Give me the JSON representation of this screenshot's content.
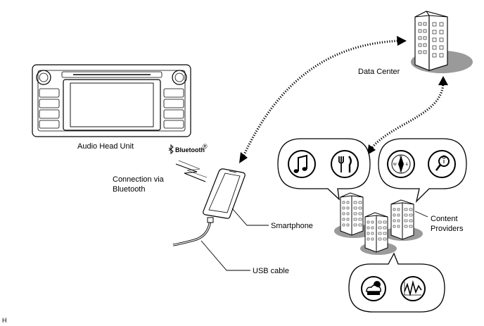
{
  "labels": {
    "audio_head_unit": "Audio Head Unit",
    "bluetooth_logo": "Bluetooth",
    "connection_line1": "Connection via",
    "connection_line2": "Bluetooth",
    "smartphone": "Smartphone",
    "usb_cable": "USB cable",
    "data_center": "Data Center",
    "content_providers_line1": "Content",
    "content_providers_line2": "Providers",
    "corner_mark": "H"
  },
  "icons": {
    "bubble_left": [
      "music-note-icon",
      "restaurant-icon"
    ],
    "bubble_right": [
      "compass-icon",
      "map-search-icon"
    ],
    "bubble_bottom": [
      "weather-icon",
      "stock-chart-icon"
    ]
  },
  "colors": {
    "line": "#000000",
    "shadow": "#9a9a9a",
    "building": "#ffffff",
    "background": "#ffffff"
  }
}
